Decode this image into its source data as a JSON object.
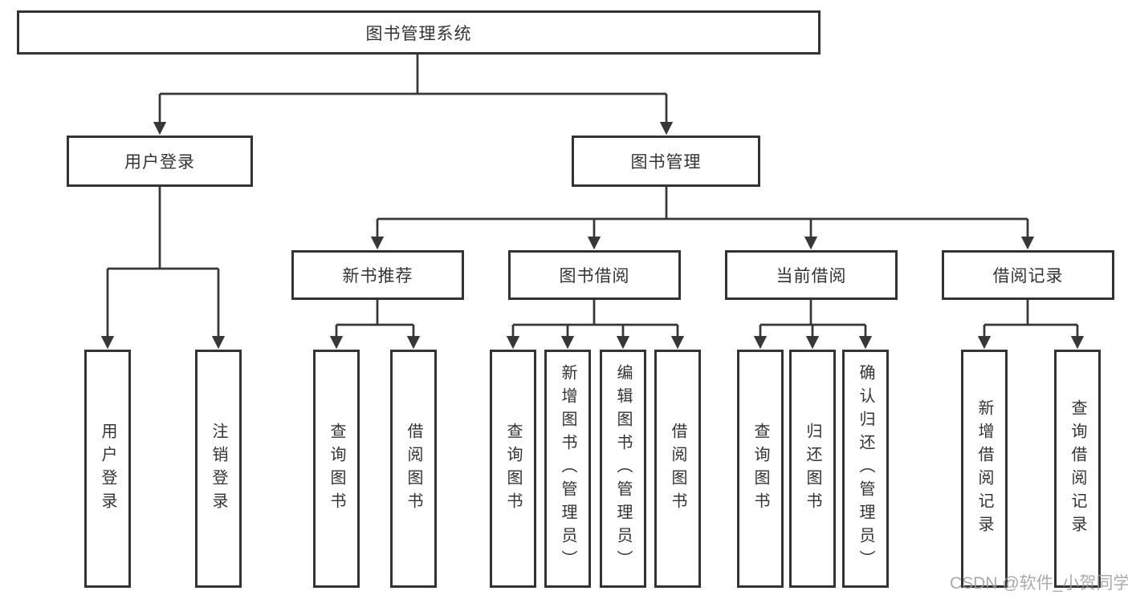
{
  "tree": {
    "root": {
      "label": "图书管理系统"
    },
    "branches": [
      {
        "label": "用户登录",
        "leaves": [
          "用户登录",
          "注销登录"
        ]
      },
      {
        "label": "图书管理",
        "groups": [
          {
            "label": "新书推荐",
            "leaves": [
              "查询图书",
              "借阅图书"
            ]
          },
          {
            "label": "图书借阅",
            "leaves": [
              "查询图书",
              "新增图书（管理员）",
              "编辑图书（管理员）",
              "借阅图书"
            ]
          },
          {
            "label": "当前借阅",
            "leaves": [
              "查询图书",
              "归还图书",
              "确认归还（管理员）"
            ]
          },
          {
            "label": "借阅记录",
            "leaves": [
              "新增借阅记录",
              "查询借阅记录"
            ]
          }
        ]
      }
    ]
  },
  "watermark": {
    "text": "CSDN @软件_小贺同学"
  },
  "colors": {
    "line": "#373737",
    "box_border": "#333333",
    "text": "#333333",
    "background": "#ffffff",
    "watermark": "#9c9c9c"
  }
}
